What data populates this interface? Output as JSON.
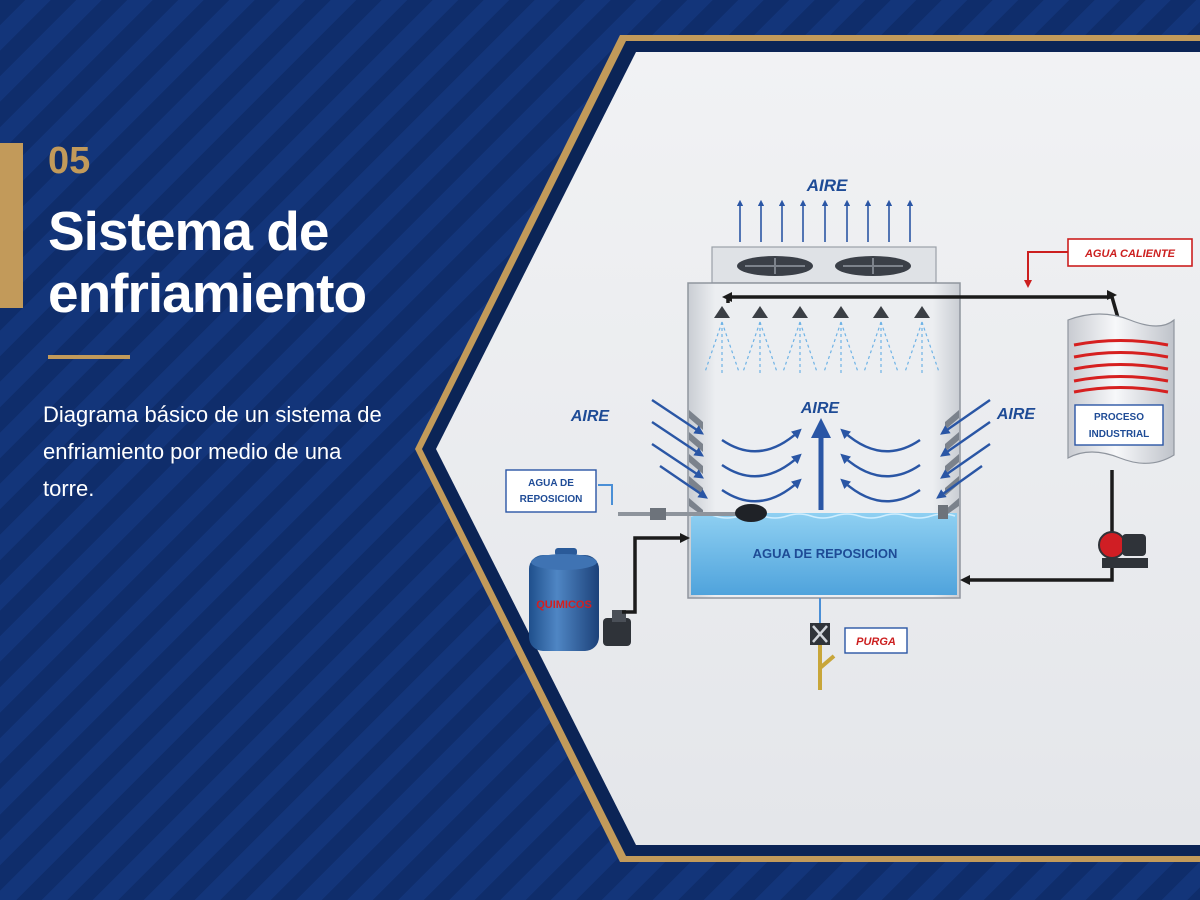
{
  "slide": {
    "number": "05",
    "title": "Sistema de enfriamiento",
    "description": "Diagrama básico de un sistema de enfriamiento por medio de una torre."
  },
  "diagram": {
    "air_top": "AIRE",
    "air_left": "AIRE",
    "air_center": "AIRE",
    "air_right": "AIRE",
    "hot_water": "AGUA CALIENTE",
    "process_line1": "PROCESO",
    "process_line2": "INDUSTRIAL",
    "makeup_box_line1": "AGUA DE",
    "makeup_box_line2": "REPOSICION",
    "basin_label": "AGUA DE REPOSICION",
    "chemicals": "QUIMICOS",
    "purge": "PURGA"
  },
  "colors": {
    "navy": "#0f2d6b",
    "gold": "#c29a5a",
    "label_blue": "#1e4b96",
    "hot_red": "#cc1f1f",
    "water_blue": "#79bfe8"
  }
}
